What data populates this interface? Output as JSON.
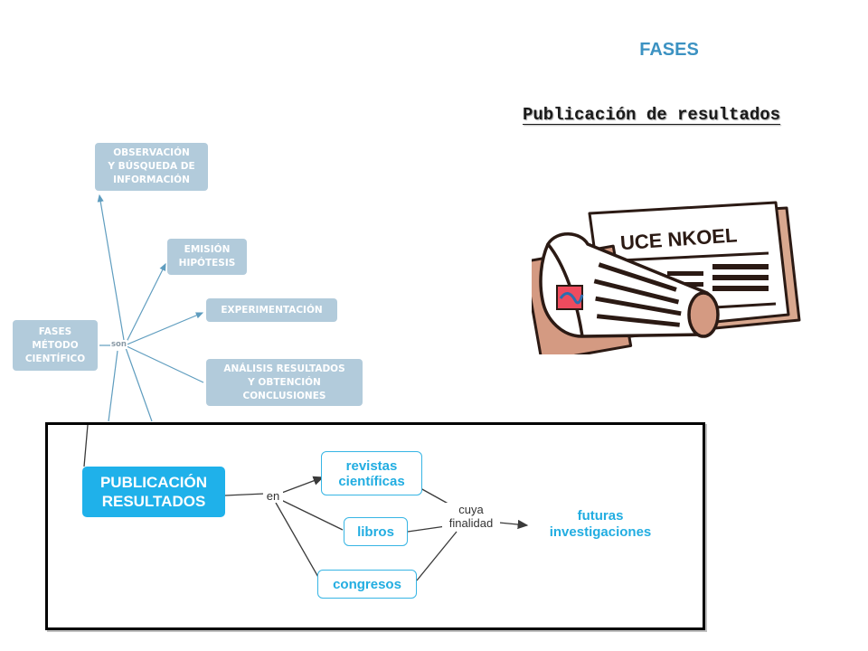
{
  "slide": {
    "title": "FASES",
    "subtitle": "Publicación de resultados",
    "newspaper_masthead": "UCE NKOEL"
  },
  "concept_map": {
    "root": "FASES\nMÉTODO\nCIENTÍFICO",
    "connector": "son",
    "phases": [
      "OBSERVACIÓN\nY BÚSQUEDA DE\nINFORMACIÓN",
      "EMISIÓN\nHIPÓTESIS",
      "EXPERIMENTACIÓN",
      "ANÁLISIS RESULTADOS\nY OBTENCIÓN\nCONCLUSIONES"
    ]
  },
  "detail_map": {
    "main_node": "PUBLICACIÓN\nRESULTADOS",
    "connector_en": "en",
    "media": [
      "revistas\ncientíficas",
      "libros",
      "congresos"
    ],
    "connector_purpose": "cuya\nfinalidad",
    "target": "futuras\ninvestigaciones"
  },
  "colors": {
    "title": "#3c92c2",
    "phase_node_fill": "#b2cbdb",
    "phase_link": "#5f9dbf",
    "inset_accent": "#1fb1ea"
  },
  "icons": {
    "newspaper": "newspaper-clipart-icon"
  }
}
